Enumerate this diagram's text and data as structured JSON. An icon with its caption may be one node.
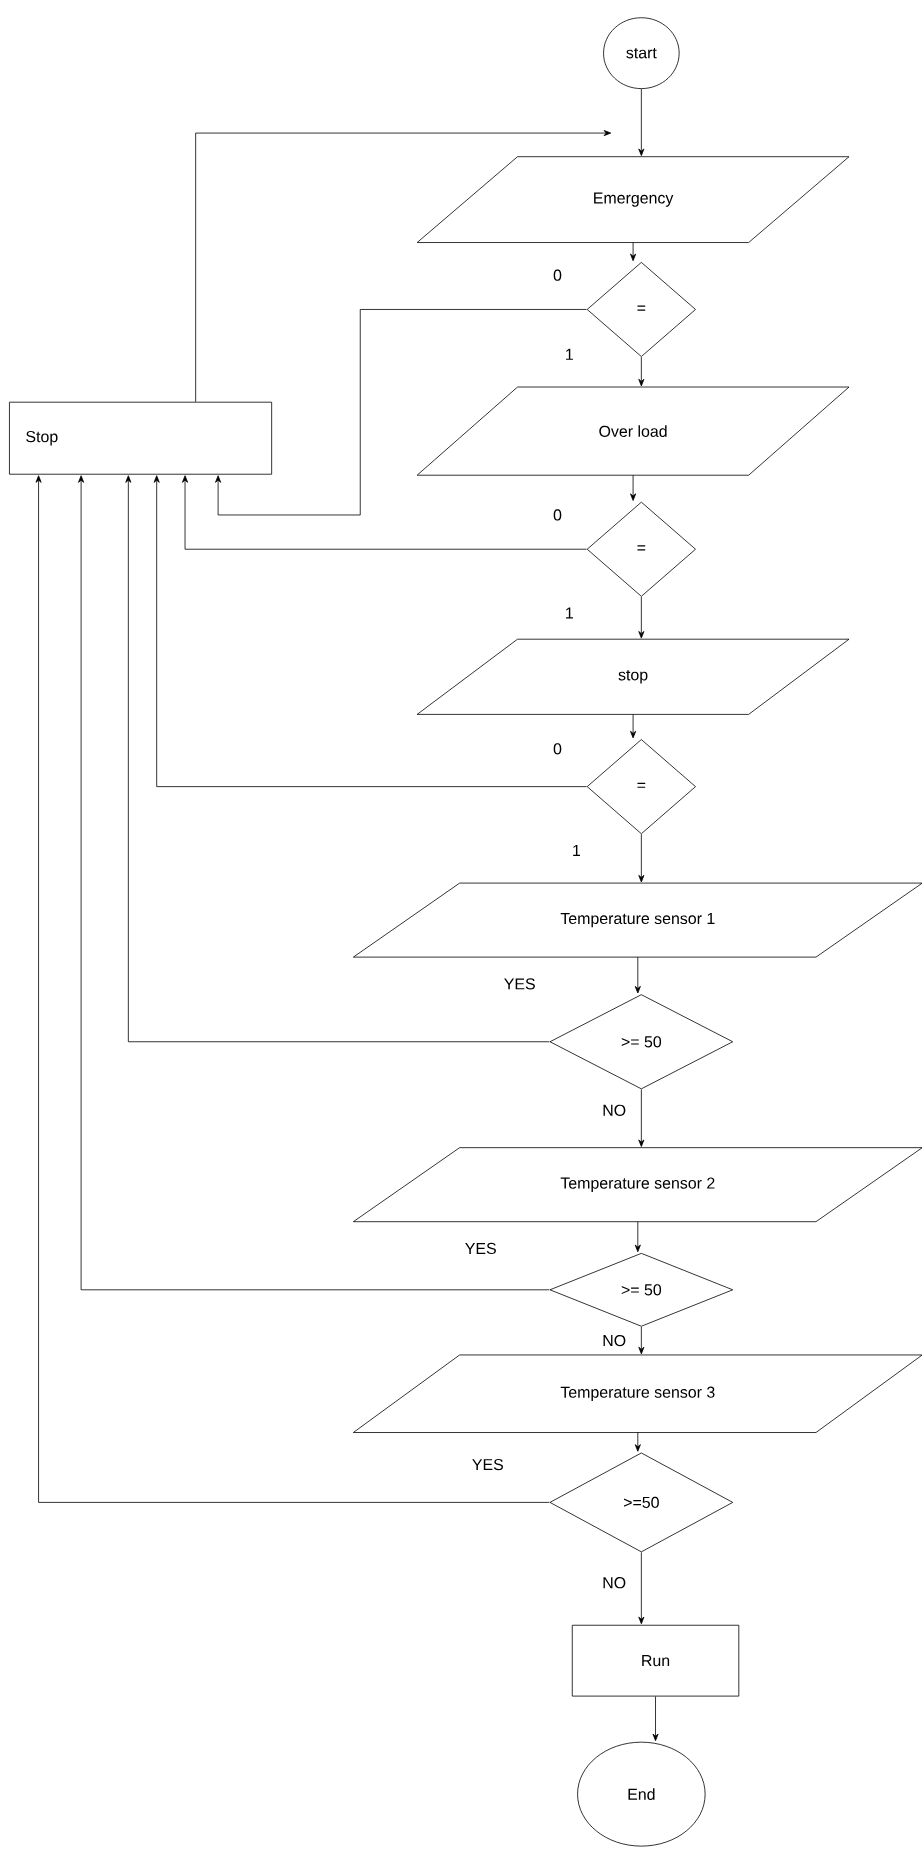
{
  "diagram": {
    "nodes": [
      {
        "text": [
          "start"
        ]
      },
      {
        "text": [
          "Emergency"
        ]
      },
      {
        "text": [
          "="
        ]
      },
      {
        "text": [
          "Over load"
        ]
      },
      {
        "text": [
          "="
        ]
      },
      {
        "text": [
          "stop"
        ]
      },
      {
        "text": [
          "="
        ]
      },
      {
        "text": [
          "Temperature sensor 1"
        ]
      },
      {
        "text": [
          ">= 50"
        ]
      },
      {
        "text": [
          "Temperature sensor 2"
        ]
      },
      {
        "text": [
          ">= 50"
        ]
      },
      {
        "text": [
          "Temperature sensor 3"
        ]
      },
      {
        "text": [
          ">=50"
        ]
      },
      {
        "text": [
          "Run"
        ]
      },
      {
        "text": [
          "End"
        ]
      },
      {
        "text": [
          "Stop"
        ]
      }
    ],
    "edges": [
      {
        "from": 0,
        "to": 1,
        "arrow": "to"
      },
      {
        "from": 1,
        "to": 2,
        "arrow": "to"
      },
      {
        "from": 2,
        "to": 3,
        "arrow": "to",
        "label": "1"
      },
      {
        "from": 2,
        "to": 15,
        "arrow": "to",
        "label": "0"
      },
      {
        "from": 3,
        "to": 4,
        "arrow": "to"
      },
      {
        "from": 4,
        "to": 5,
        "arrow": "to",
        "label": "1"
      },
      {
        "from": 4,
        "to": 15,
        "arrow": "to",
        "label": "0"
      },
      {
        "from": 5,
        "to": 6,
        "arrow": "to"
      },
      {
        "from": 6,
        "to": 7,
        "arrow": "to",
        "label": "1"
      },
      {
        "from": 6,
        "to": 15,
        "arrow": "to",
        "label": "0"
      },
      {
        "from": 7,
        "to": 8,
        "arrow": "to"
      },
      {
        "from": 8,
        "to": 15,
        "arrow": "to",
        "label": "YES"
      },
      {
        "from": 8,
        "to": 9,
        "arrow": "to",
        "label": "NO"
      },
      {
        "from": 9,
        "to": 10,
        "arrow": "to"
      },
      {
        "from": 10,
        "to": 15,
        "arrow": "to",
        "label": "YES"
      },
      {
        "from": 10,
        "to": 11,
        "arrow": "to",
        "label": "NO"
      },
      {
        "from": 11,
        "to": 12,
        "arrow": "to"
      },
      {
        "from": 12,
        "to": 15,
        "arrow": "to",
        "label": "YES"
      },
      {
        "from": 12,
        "to": 13,
        "arrow": "to",
        "label": "NO"
      },
      {
        "from": 13,
        "to": 14,
        "arrow": "to"
      },
      {
        "from": 15,
        "to": 1,
        "arrow": "to"
      }
    ]
  }
}
